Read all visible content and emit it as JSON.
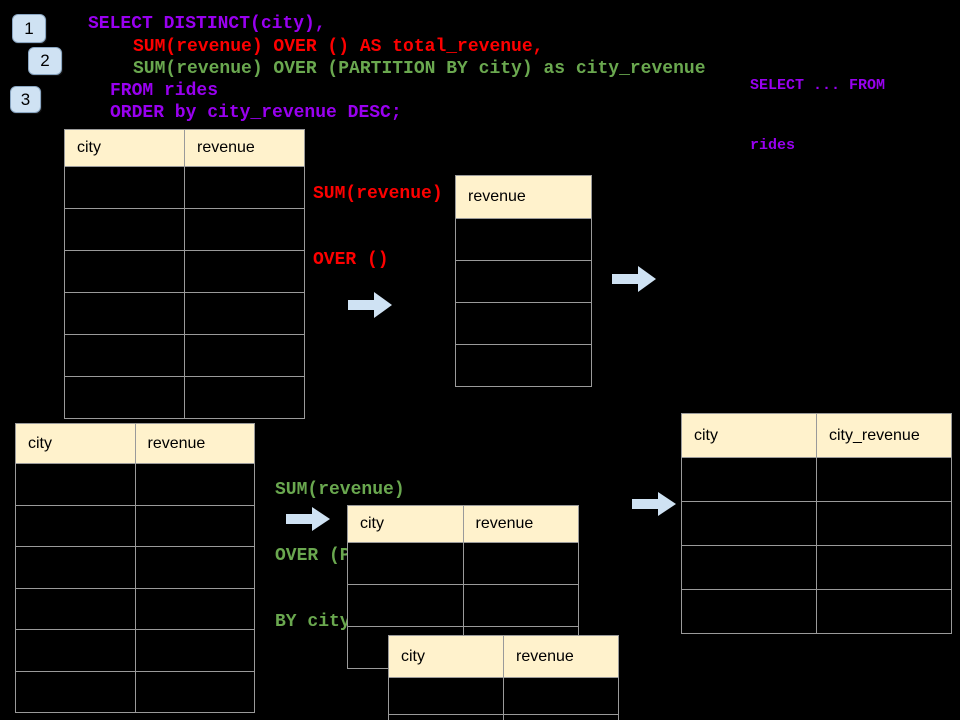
{
  "sql": {
    "lines": [
      {
        "text": "SELECT DISTINCT(city),",
        "color": "#9900f0"
      },
      {
        "text": "SUM(revenue) OVER () AS total_revenue,",
        "color": "#fe0000"
      },
      {
        "text": "SUM(revenue) OVER (PARTITION BY city) as city_revenue",
        "color": "#6aa84f"
      },
      {
        "text": "FROM rides",
        "color": "#9900f0"
      },
      {
        "text": "ORDER by city_revenue DESC;",
        "color": "#9900f0"
      }
    ]
  },
  "side_note": {
    "line1": "SELECT ... FROM",
    "line2": "rides"
  },
  "badges": {
    "step1": "1",
    "step2": "2",
    "step3": "3"
  },
  "labels": {
    "total": {
      "line1": "SUM(revenue)",
      "line2": "OVER ()",
      "color": "#fe0000"
    },
    "partition": {
      "line1": "SUM(revenue)",
      "line2": "OVER (PARTITION",
      "line3": "BY city)",
      "color": "#6aa84f"
    }
  },
  "tables": {
    "source_top": {
      "headers": [
        "city",
        "revenue"
      ],
      "rows": 6
    },
    "total_result": {
      "headers": [
        "revenue"
      ],
      "rows": 4
    },
    "source_bottom": {
      "headers": [
        "city",
        "revenue"
      ],
      "rows": 6
    },
    "partition_mid": {
      "headers": [
        "city",
        "revenue"
      ],
      "rows": 3
    },
    "overlay": {
      "headers": [
        "city",
        "revenue"
      ],
      "rows": 2
    },
    "city_result": {
      "headers": [
        "city",
        "city_revenue"
      ],
      "rows": 4
    }
  },
  "colors": {
    "background": "#000000",
    "keyword_purple": "#9900f0",
    "total_red": "#fe0000",
    "partition_green": "#6aa84f",
    "arrow_blue": "#cfe2f3",
    "badge_blue": "#cfe2f3",
    "table_header_cream": "#fff2cc",
    "table_border_gray": "#9a9a9a"
  }
}
